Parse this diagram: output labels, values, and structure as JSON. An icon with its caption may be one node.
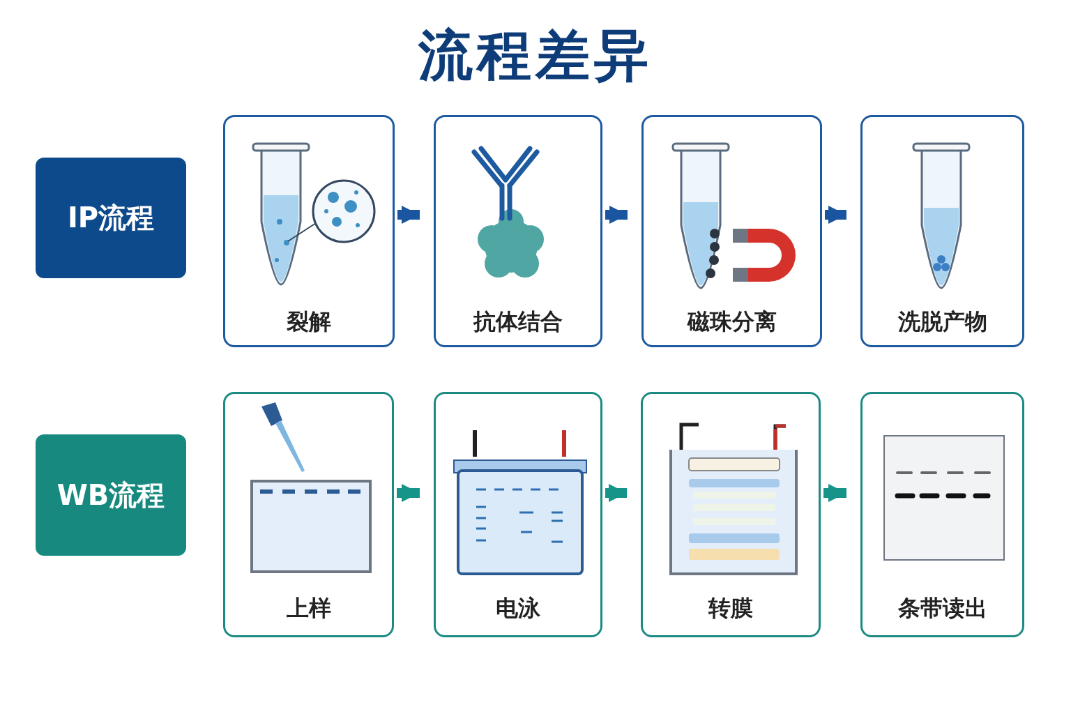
{
  "diagram": {
    "title": "流程差异",
    "nodes": [
      {
        "text": [
          "IP流程"
        ]
      },
      {
        "text": [
          "裂解"
        ]
      },
      {
        "text": [
          "抗体结合"
        ]
      },
      {
        "text": [
          "磁珠分离"
        ]
      },
      {
        "text": [
          "洗脱产物"
        ]
      },
      {
        "text": [
          "WB流程"
        ]
      },
      {
        "text": [
          "上样"
        ]
      },
      {
        "text": [
          "电泳"
        ]
      },
      {
        "text": [
          "转膜"
        ]
      },
      {
        "text": [
          "条带读出"
        ]
      }
    ],
    "edges": [
      {
        "from": 1,
        "to": 2,
        "arrow": "to",
        "color": "#1a56a0"
      },
      {
        "from": 2,
        "to": 3,
        "arrow": "to",
        "color": "#1a56a0"
      },
      {
        "from": 3,
        "to": 4,
        "arrow": "to",
        "color": "#1a56a0"
      },
      {
        "from": 6,
        "to": 7,
        "arrow": "to",
        "color": "#17948a"
      },
      {
        "from": 7,
        "to": 8,
        "arrow": "to",
        "color": "#17948a"
      },
      {
        "from": 8,
        "to": 9,
        "arrow": "to",
        "color": "#17948a"
      }
    ]
  }
}
